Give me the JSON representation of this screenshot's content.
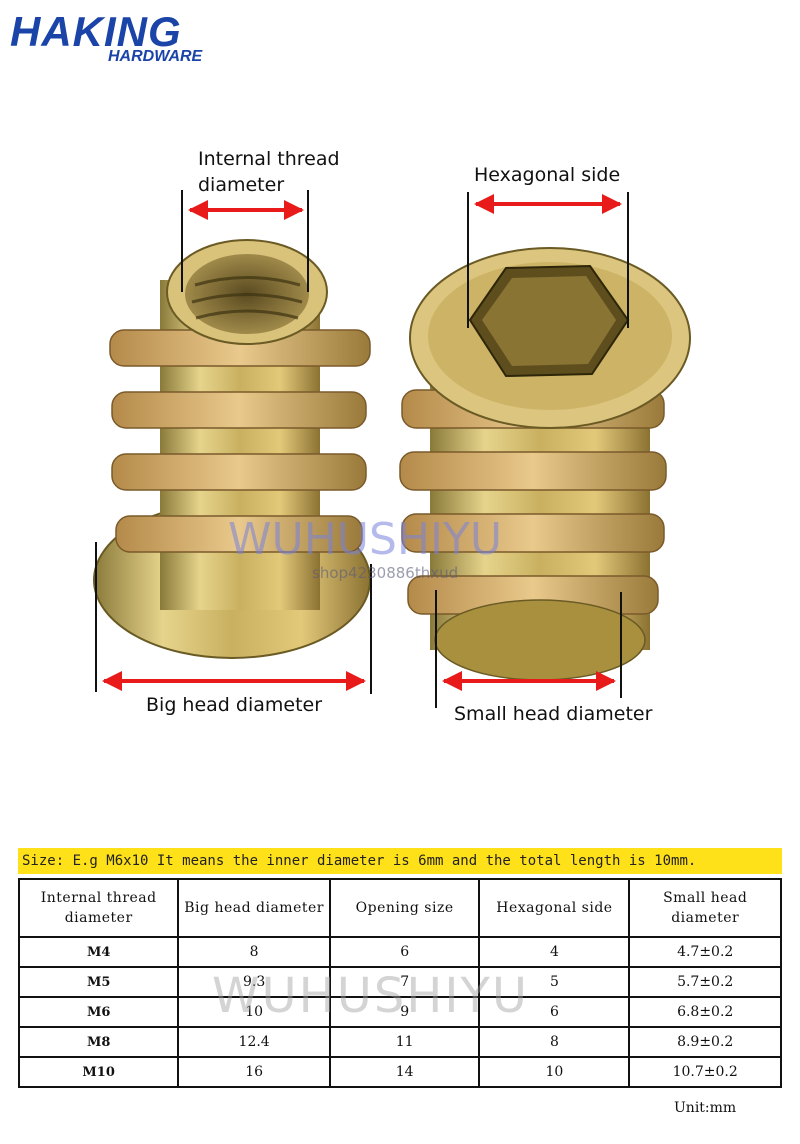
{
  "logo": {
    "main": "HAKING",
    "sub": "HARDWARE",
    "color": "#1a44a8"
  },
  "callouts": {
    "internal_thread": "Internal thread\ndiameter",
    "hexagonal_side": "Hexagonal side",
    "big_head": "Big head diameter",
    "small_head": "Small head diameter"
  },
  "watermark": {
    "main": "WUHUSHIYU",
    "sub": "shop4230886thxud"
  },
  "size_note": "Size: E.g M6x10   It means the inner diameter is 6mm and the total length is 10mm.",
  "table": {
    "headers": [
      "Internal thread diameter",
      "Big head diameter",
      "Opening size",
      "Hexagonal side",
      "Small head diameter"
    ],
    "rows": [
      [
        "M4",
        "8",
        "6",
        "4",
        "4.7±0.2"
      ],
      [
        "M5",
        "9.3",
        "7",
        "5",
        "5.7±0.2"
      ],
      [
        "M6",
        "10",
        "9",
        "6",
        "6.8±0.2"
      ],
      [
        "M8",
        "12.4",
        "11",
        "8",
        "8.9±0.2"
      ],
      [
        "M10",
        "16",
        "14",
        "10",
        "10.7±0.2"
      ]
    ]
  },
  "table_watermark": "WUHUSHIYU",
  "unit": "Unit:mm",
  "colors": {
    "arrow": "#e81a1a",
    "size_bar": "#ffe11a",
    "metal_light": "#e8d48a",
    "metal_dark": "#7a6a2a"
  }
}
